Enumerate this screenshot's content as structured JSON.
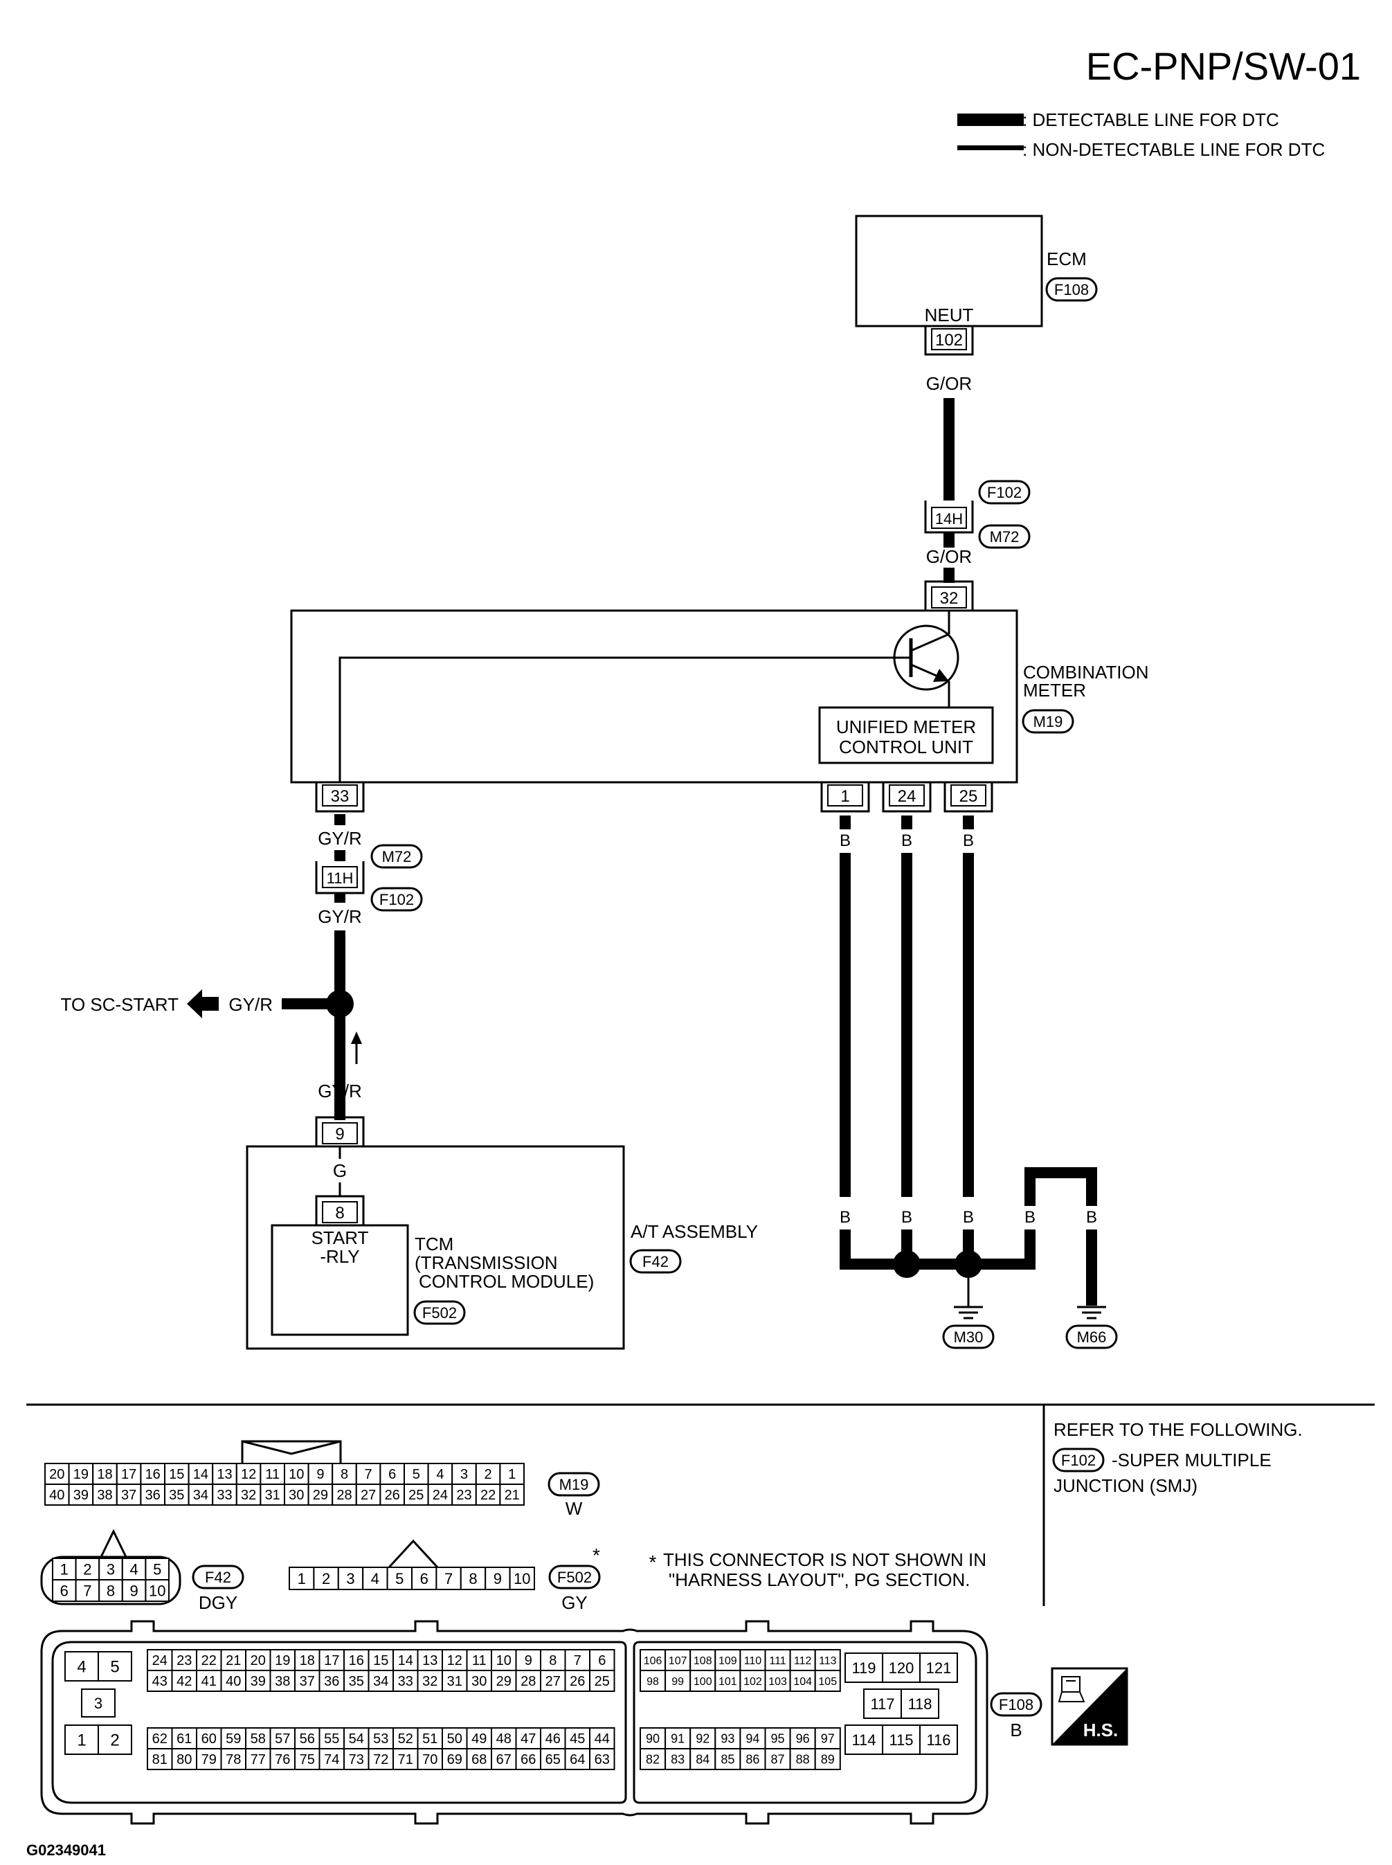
{
  "header": {
    "page_code": "EC-PNP/SW-01",
    "legend_thick": ": DETECTABLE LINE FOR DTC",
    "legend_thin": ": NON-DETECTABLE LINE FOR DTC"
  },
  "ecm": {
    "name": "ECM",
    "connector": "F108",
    "pin_label": "NEUT",
    "pin": "102",
    "wire": "G/OR"
  },
  "junction_upper": {
    "conn_a": "F102",
    "pin": "14H",
    "conn_b": "M72",
    "wire": "G/OR"
  },
  "meter": {
    "name_line1": "COMBINATION",
    "name_line2": "METER",
    "connector": "M19",
    "unit_line1": "UNIFIED METER",
    "unit_line2": "CONTROL UNIT",
    "pin_in": "32",
    "pin_left": "33",
    "ground_pins": [
      "1",
      "24",
      "25"
    ]
  },
  "junction_lower": {
    "wire_top": "GY/R",
    "conn_a": "M72",
    "pin": "11H",
    "conn_b": "F102",
    "wire_bottom": "GY/R"
  },
  "branch": {
    "label": "TO SC-START",
    "wire": "GY/R"
  },
  "tcm": {
    "wire_top": "GY/R",
    "pin_top": "9",
    "wire_mid": "G",
    "pin_inner": "8",
    "relay_line1": "START",
    "relay_line2": "-RLY",
    "name_line1": "TCM",
    "name_line2": "(TRANSMISSION",
    "name_line3": "CONTROL MODULE)",
    "connector": "F502",
    "assembly": "A/T ASSEMBLY",
    "assembly_connector": "F42"
  },
  "grounds": {
    "wire": "B",
    "g1": "M30",
    "g2": "M66"
  },
  "notes": {
    "refer": "REFER TO THE FOLLOWING.",
    "smj_conn": "F102",
    "smj_text1": "-SUPER MULTIPLE",
    "smj_text2": "JUNCTION (SMJ)",
    "star_note1": "THIS CONNECTOR IS NOT SHOWN IN",
    "star_note2": "\"HARNESS LAYOUT\", PG SECTION.",
    "star": "*",
    "figure_id": "G02349041",
    "hs_badge": "H.S."
  },
  "connectors": {
    "m19": {
      "id": "M19",
      "color": "W",
      "row1": [
        "20",
        "19",
        "18",
        "17",
        "16",
        "15",
        "14",
        "13",
        "12",
        "11",
        "10",
        "9",
        "8",
        "7",
        "6",
        "5",
        "4",
        "3",
        "2",
        "1"
      ],
      "row2": [
        "40",
        "39",
        "38",
        "37",
        "36",
        "35",
        "34",
        "33",
        "32",
        "31",
        "30",
        "29",
        "28",
        "27",
        "26",
        "25",
        "24",
        "23",
        "22",
        "21"
      ]
    },
    "f42": {
      "id": "F42",
      "color": "DGY",
      "row1": [
        "1",
        "2",
        "3",
        "4",
        "5"
      ],
      "row2": [
        "6",
        "7",
        "8",
        "9",
        "10"
      ]
    },
    "f502": {
      "id": "F502",
      "color": "GY",
      "pins": [
        "1",
        "2",
        "3",
        "4",
        "5",
        "6",
        "7",
        "8",
        "9",
        "10"
      ]
    },
    "f108": {
      "id": "F108",
      "color": "B",
      "left_block": [
        "4",
        "5",
        "3",
        "1",
        "2"
      ],
      "a_r1": [
        "24",
        "23",
        "22",
        "21",
        "20",
        "19",
        "18",
        "17",
        "16",
        "15",
        "14",
        "13",
        "12",
        "11",
        "10",
        "9",
        "8",
        "7",
        "6"
      ],
      "a_r2": [
        "43",
        "42",
        "41",
        "40",
        "39",
        "38",
        "37",
        "36",
        "35",
        "34",
        "33",
        "32",
        "31",
        "30",
        "29",
        "28",
        "27",
        "26",
        "25"
      ],
      "a_r3": [
        "62",
        "61",
        "60",
        "59",
        "58",
        "57",
        "56",
        "55",
        "54",
        "53",
        "52",
        "51",
        "50",
        "49",
        "48",
        "47",
        "46",
        "45",
        "44"
      ],
      "a_r4": [
        "81",
        "80",
        "79",
        "78",
        "77",
        "76",
        "75",
        "74",
        "73",
        "72",
        "71",
        "70",
        "69",
        "68",
        "67",
        "66",
        "65",
        "64",
        "63"
      ],
      "b_r1": [
        "106",
        "107",
        "108",
        "109",
        "110",
        "111",
        "112",
        "113"
      ],
      "b_r2": [
        "98",
        "99",
        "100",
        "101",
        "102",
        "103",
        "104",
        "105"
      ],
      "b_r3": [
        "90",
        "91",
        "92",
        "93",
        "94",
        "95",
        "96",
        "97"
      ],
      "b_r4": [
        "82",
        "83",
        "84",
        "85",
        "86",
        "87",
        "88",
        "89"
      ],
      "c_top": [
        "119",
        "120",
        "121"
      ],
      "c_mid": [
        "117",
        "118"
      ],
      "c_bot": [
        "114",
        "115",
        "116"
      ]
    }
  }
}
